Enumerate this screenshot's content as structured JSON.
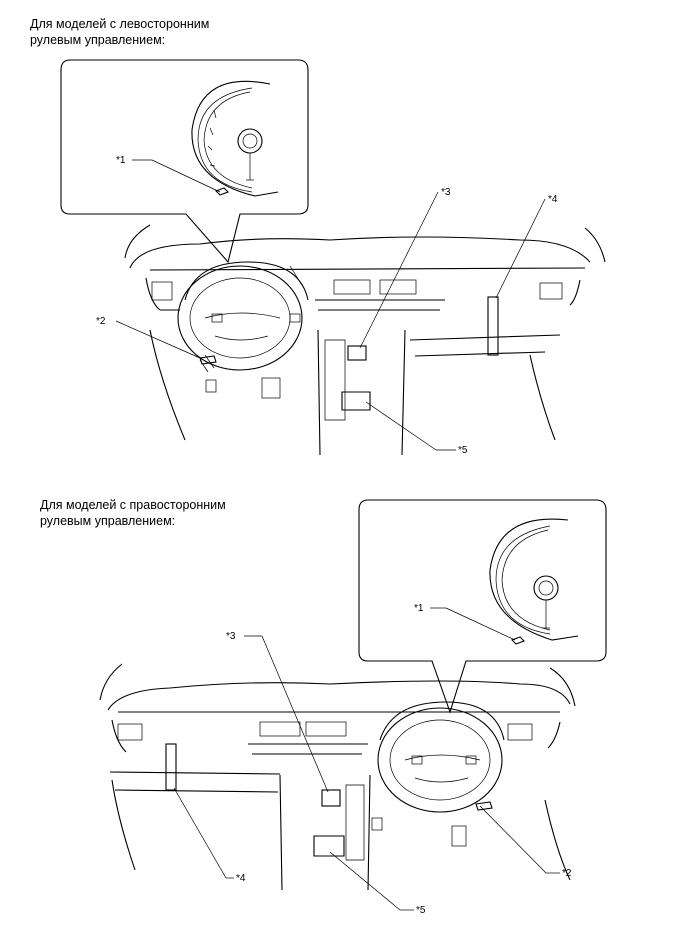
{
  "captions": {
    "lhd": "Для моделей с левосторонним\nрулевым управлением:",
    "rhd": "Для моделей с правосторонним\nрулевым управлением:"
  },
  "callouts": {
    "lhd": [
      "*1",
      "*2",
      "*3",
      "*4",
      "*5"
    ],
    "rhd": [
      "*1",
      "*2",
      "*3",
      "*4",
      "*5"
    ]
  }
}
